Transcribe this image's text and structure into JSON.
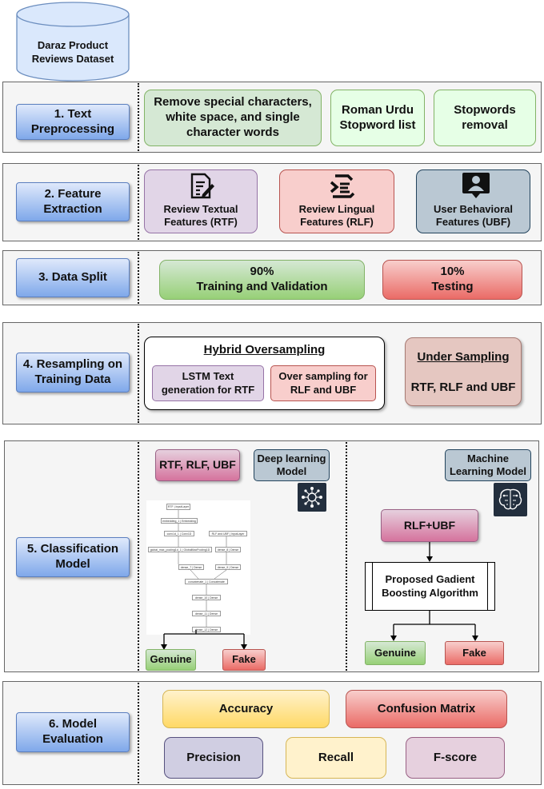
{
  "dataset": {
    "label_line1": "Daraz Product",
    "label_line2": "Reviews Dataset"
  },
  "steps": [
    {
      "line1": "1. Text",
      "line2": "Preprocessing"
    },
    {
      "line1": "2. Feature",
      "line2": "Extraction"
    },
    {
      "line1": "3. Data Split",
      "line2": ""
    },
    {
      "line1": "4. Resampling on",
      "line2": "Training Data"
    },
    {
      "line1": "5. Classification",
      "line2": "Model"
    },
    {
      "line1": "6. Model",
      "line2": "Evaluation"
    }
  ],
  "preprocessing": {
    "remove_special": [
      "Remove special characters,",
      "white space, and single",
      "character words"
    ],
    "roman_urdu": [
      "Roman Urdu",
      "Stopword list"
    ],
    "stopwords": [
      "Stopwords",
      "removal"
    ]
  },
  "features": {
    "rtf": [
      "Review Textual",
      "Features (RTF)"
    ],
    "rlf": [
      "Review Lingual",
      "Features (RLF)"
    ],
    "ubf": [
      "User Behavioral",
      "Features (UBF)"
    ],
    "rtf_icon": "document-edit-icon",
    "rlf_icon": "lingual-icon",
    "ubf_icon": "user-profile-icon"
  },
  "split": {
    "training": [
      "90%",
      "Training and Validation"
    ],
    "testing": [
      "10%",
      "Testing"
    ]
  },
  "resampling": {
    "hybrid_title": "Hybrid Oversampling",
    "lstm": [
      "LSTM Text",
      "generation for RTF"
    ],
    "oversampling": [
      "Over sampling for",
      "RLF and UBF"
    ],
    "under_title": "Under Sampling",
    "under_body": "RTF, RLF and UBF"
  },
  "classification": {
    "dl_input": "RTF, RLF, UBF",
    "dl_model": [
      "Deep learning",
      "Model"
    ],
    "ml_model": [
      "Machine",
      "Learning Model"
    ],
    "ml_input": "RLF+UBF",
    "algorithm": [
      "Proposed Gadient",
      "Boosting Algorithm"
    ],
    "genuine": "Genuine",
    "fake": "Fake",
    "dl_icon": "neural-network-icon",
    "ml_icon": "brain-icon",
    "arch_nodes": {
      "rtf": "RTF",
      "rtf_type": "InputLayer",
      "emb": "embedding_1",
      "emb_type": "Embedding",
      "conv": "conv1d_1",
      "conv_type": "Conv1D",
      "rlf_ubf": "RLF and UBF",
      "rlf_ubf_type": "InputLayer",
      "pool": "global_max_pooling1d_1",
      "pool_type": "GlobalMaxPooling1D",
      "dense_a": "dense_8",
      "dense_a_type": "Dense",
      "dense_b": "dense_7",
      "dense_b_type": "Dense",
      "dense_c": "dense_9",
      "dense_c_type": "Dense",
      "concat": "concatenate_1",
      "concat_type": "Concatenate",
      "d10": "dense_10",
      "d11": "dense_11",
      "d12": "dense_12",
      "dense_type": "Dense"
    }
  },
  "evaluation": {
    "accuracy": "Accuracy",
    "confusion": "Confusion Matrix",
    "precision": "Precision",
    "recall": "Recall",
    "fscore": "F-score"
  },
  "colors": {
    "step_blue": "#7fa8ea",
    "green": "#d5e8d4",
    "pink": "#f8cecc",
    "purple": "#e1d5e7",
    "slate": "#bac8d3",
    "yellow": "#fff2cc"
  }
}
